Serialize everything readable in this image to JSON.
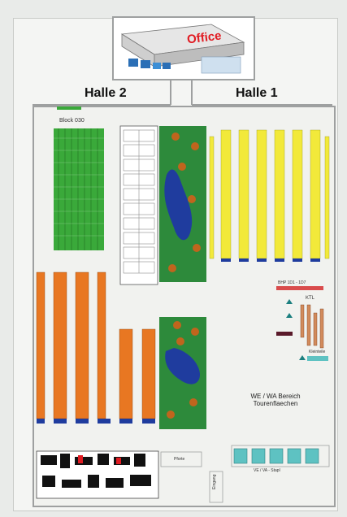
{
  "office": {
    "label": "Office"
  },
  "halls": {
    "left": "Halle 2",
    "right": "Halle 1"
  },
  "block": {
    "label": "Block 030"
  },
  "zones": {
    "we_wa": "WE / WA Bereich",
    "touren": "Tourenflaechen",
    "ktl": "KTL",
    "bhp": "BHP 1D1 - 1D7",
    "kleinteile": "Kleinteile",
    "vl_stapl": "VE / VA - Stapl",
    "pforte": "Pforte",
    "eingang": "Eingang"
  },
  "colors": {
    "orange_rack": "#e87722",
    "yellow_rack": "#f2e93a",
    "green_rack": "#3aa93a",
    "grass": "#2d8a3b",
    "water": "#1f3c9e",
    "teal_dock": "#5ec2c2",
    "wall": "#9ea0a0"
  }
}
